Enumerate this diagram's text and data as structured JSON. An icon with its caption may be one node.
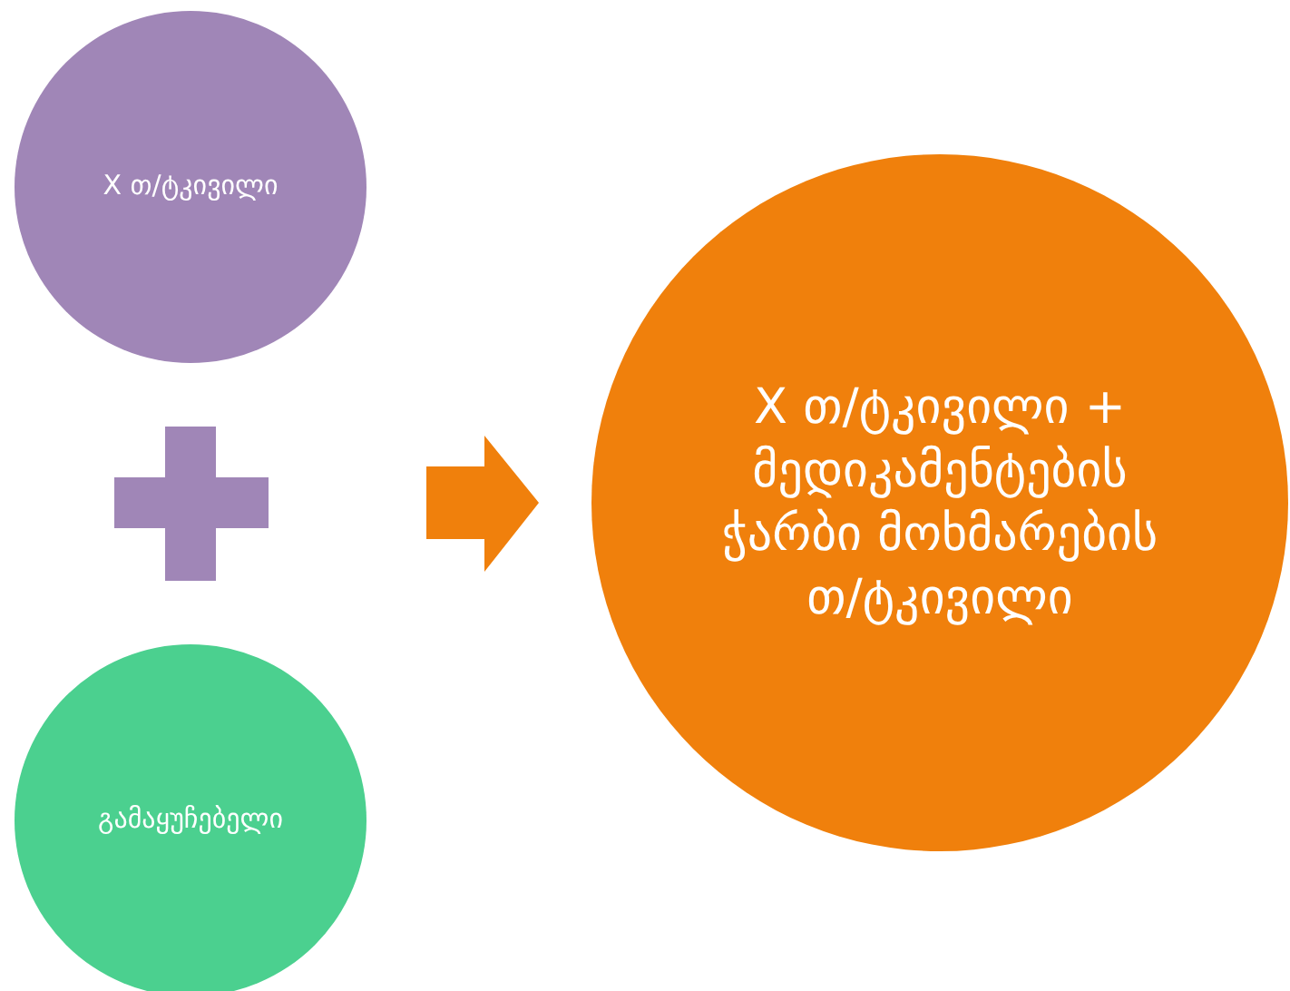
{
  "diagram": {
    "nodes": [
      {
        "text": [
          "X თ/ტკივილი"
        ]
      },
      {
        "text": [
          "გამაყუჩებელი"
        ]
      },
      {
        "text": [
          "X თ/ტკივილი + მედიკამენტების ჭარბი მოხმარების თ/ტკივილი"
        ]
      }
    ],
    "edges": [
      {
        "from": 0,
        "to": 2,
        "arrow": "to"
      },
      {
        "from": 1,
        "to": 2,
        "arrow": "to"
      }
    ]
  }
}
